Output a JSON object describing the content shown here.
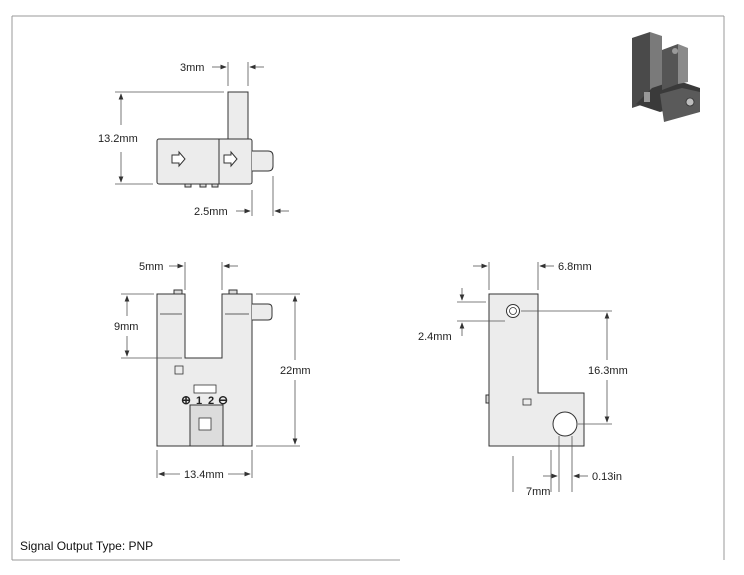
{
  "dimensions": {
    "top_width": "3mm",
    "top_height": "13.2mm",
    "top_pin": "2.5mm",
    "front_slot_width": "5mm",
    "front_slot_depth": "9mm",
    "front_height": "22mm",
    "front_width": "13.4mm",
    "side_width": "6.8mm",
    "side_hole_offset": "2.4mm",
    "side_hole_spacing": "16.3mm",
    "side_bottom": "7mm",
    "side_hole_dia": "0.13in"
  },
  "connector": {
    "plus": "⊕",
    "pin1": "1",
    "pin2": "2",
    "minus": "⊖"
  },
  "footer": {
    "signal_output": "Signal Output Type: PNP"
  },
  "colors": {
    "part_fill": "#ececec",
    "line": "#333333",
    "frame": "#999999",
    "iso_dark": "#4a4a4a",
    "iso_light": "#8a8a8a"
  }
}
